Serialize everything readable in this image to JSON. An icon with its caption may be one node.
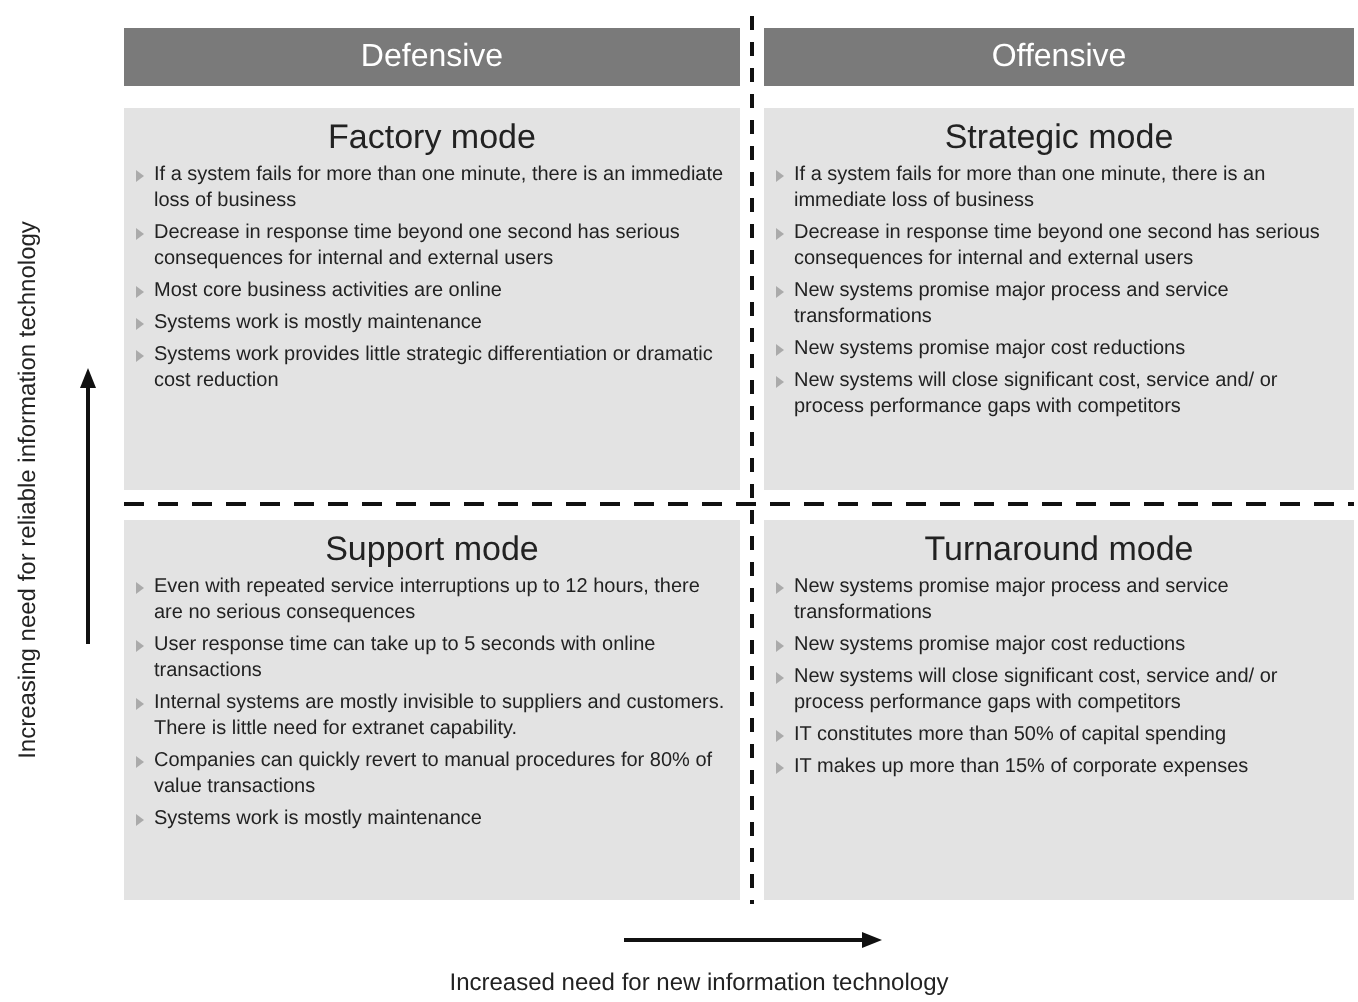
{
  "diagram": {
    "nodes": [
      {
        "text": [
          "Defensive"
        ]
      },
      {
        "text": [
          "Offensive"
        ]
      },
      {
        "text": [
          "Factory mode",
          "If a system fails for more than one minute, there is an immediate loss of business",
          "Decrease in response time beyond one second has serious consequences for internal and external users",
          "Most core business activities are online",
          "Systems work is mostly maintenance",
          "Systems work provides little strategic differentiation or dramatic cost reduction"
        ]
      },
      {
        "text": [
          "Strategic mode",
          "If a system fails for more than one minute, there is an immediate loss of business",
          "Decrease in response time beyond one second has serious consequences for internal and external users",
          "New systems promise major process and service transformations",
          "New systems promise major cost reductions",
          "New systems will close significant cost, service and/ or process performance gaps with competitors"
        ]
      },
      {
        "text": [
          "Support mode",
          "Even with repeated service interruptions up to 12 hours, there are no serious consequences",
          "User response time can take up to 5 seconds with online transactions",
          "Internal systems are mostly invisible to suppliers and customers. There is little need for extranet capability.",
          "Companies can quickly revert to manual procedures for 80% of value transactions",
          "Systems work is mostly maintenance"
        ]
      },
      {
        "text": [
          "Turnaround mode",
          "New systems promise major process and service transformations",
          "New systems promise major cost reductions",
          "New systems will close significant cost, service and/ or process performance gaps with competitors",
          "IT constitutes more than 50% of capital spending",
          "IT makes up more than 15% of corporate expenses"
        ]
      }
    ],
    "labels": [
      "Increasing need for reliable information technology",
      "Increased need for new information technology"
    ]
  }
}
